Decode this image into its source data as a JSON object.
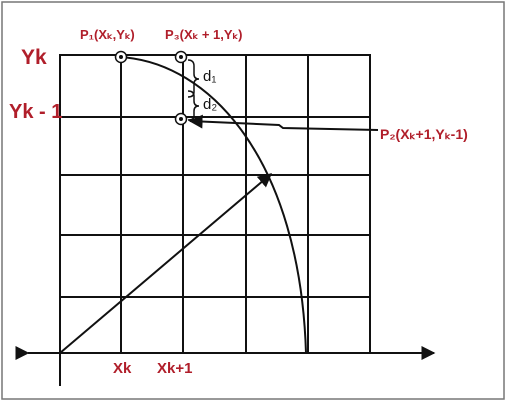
{
  "colors": {
    "accent": "#b01e2a",
    "ink": "#111111",
    "frame": "#777777"
  },
  "labels": {
    "yk": "Yk",
    "yk_minus_1": "Yk - 1",
    "xk": "Xk",
    "xk_plus_1": "Xk+1",
    "p1": "P₁(Xₖ,Yₖ)",
    "p3": "P₃(Xₖ + 1,Yₖ)",
    "p2": "P₂(Xₖ+1,Yₖ-1)",
    "d1": "d₁",
    "d2": "d₂"
  }
}
